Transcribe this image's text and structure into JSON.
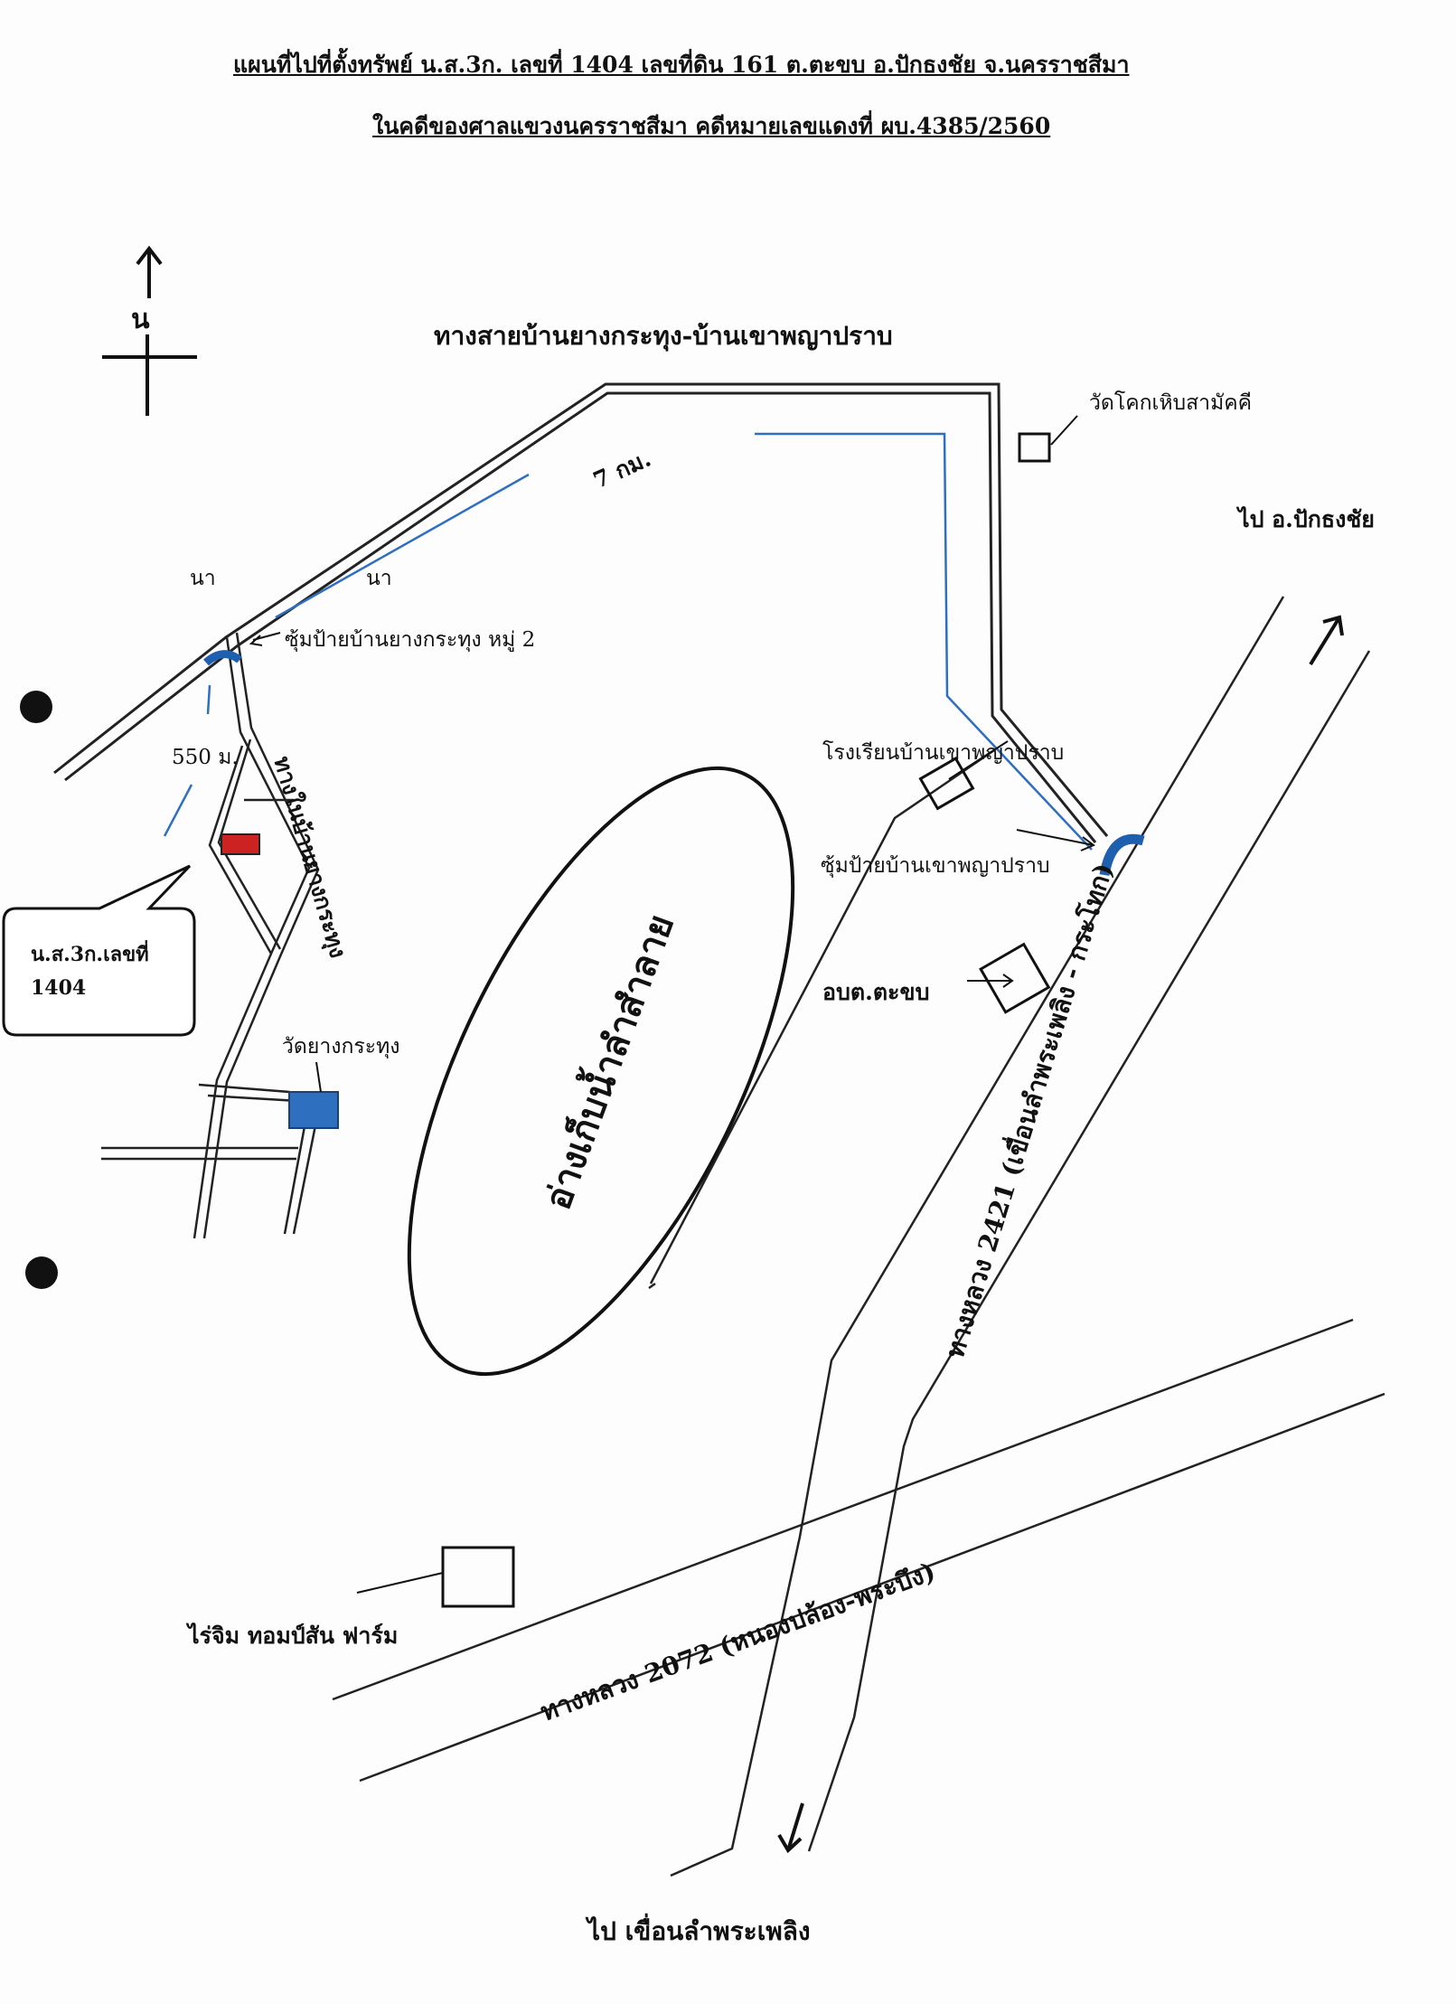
{
  "title": {
    "line1": "แผนที่ไปที่ตั้งทรัพย์  น.ส.3ก. เลขที่ 1404   เลขที่ดิน  161     ต.ตะขบ  อ.ปักธงชัย  จ.นครราชสีมา",
    "line2": "ในคดีของศาลแขวงนครราชสีมา   คดีหมายเลขแดงที่  ผบ.4385/2560"
  },
  "north": {
    "letter": "น"
  },
  "roads": {
    "top_road": "ทางสายบ้านยางกระทุง-บ้านเขาพญาปราบ",
    "distance_7km": "7  กม.",
    "village_road": "ทางในบ้านยางกระทุง",
    "highway_2421": "ทางหลวง 2421  (เขื่อนลำพระเพลิง - กระโทก)",
    "highway_2072": "ทางหลวง 2072  (หนองปล้อง-พระบึง)",
    "distance_550m": "550 ม."
  },
  "places": {
    "field_left": "นา",
    "field_right": "นา",
    "arch_yangkrathung": "ซุ้มป้ายบ้านยางกระทุง หมู่ 2",
    "wat_khokhoen": "วัดโคกเหิบสามัคคี",
    "to_pakthongchai": "ไป อ.ปักธงชัย",
    "school": "โรงเรียนบ้านเขาพญาปราบ",
    "arch_khaophaya": "ซุ้มป้ายบ้านเขาพญาปราบ",
    "obt": "อบต.ตะขบ",
    "wat_yangkrathung": "วัดยางกระทุง",
    "reservoir": "อ่างเก็บน้ำลำสำลาย",
    "farm": "ไร่จิม ทอมป์สัน ฟาร์ม",
    "to_dam": "ไป เขื่อนลำพระเพลิง"
  },
  "callout": {
    "line1": "น.ส.3ก.เลขที่",
    "line2": "1404"
  },
  "colors": {
    "road": "#222222",
    "route": "#2f6fbf",
    "parcel": "#cc2222",
    "temple": "#2f6fbf",
    "arch": "#1f5fb0"
  }
}
